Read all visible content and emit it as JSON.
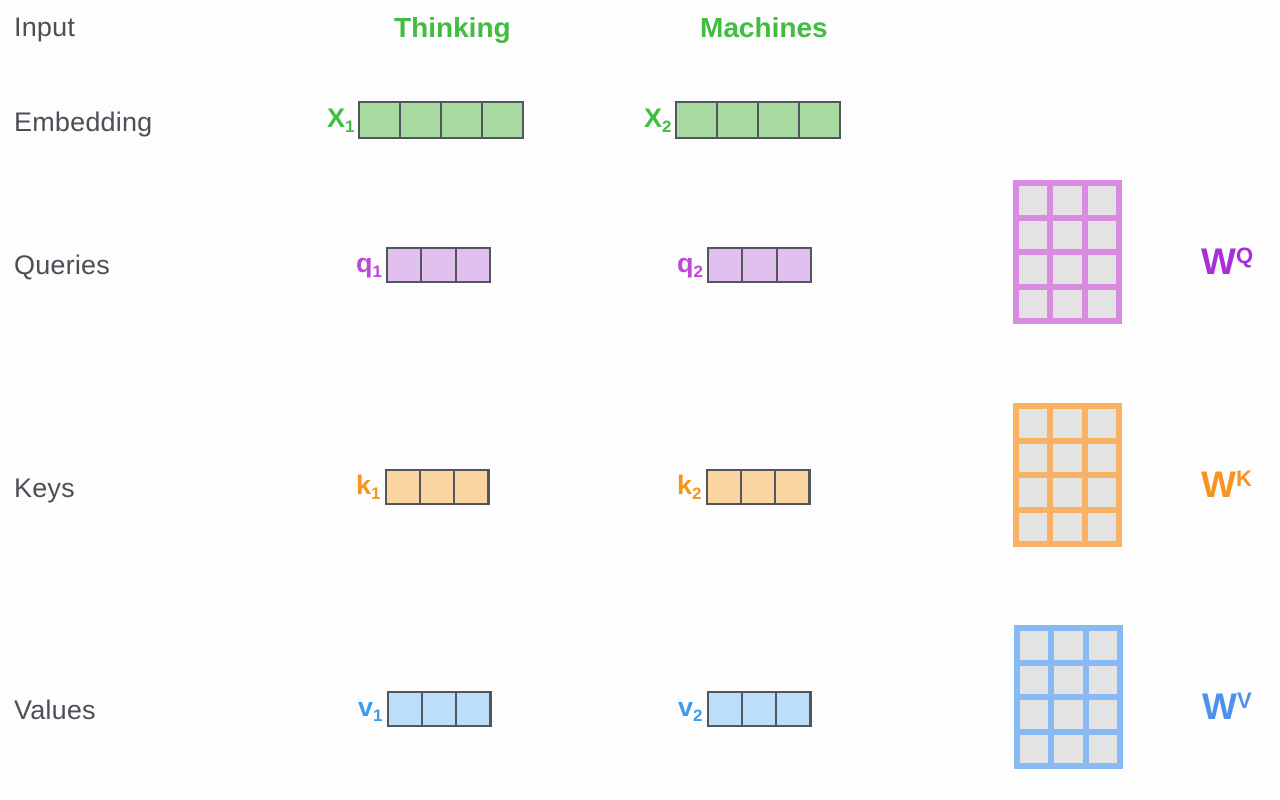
{
  "colors": {
    "bg": "#fdfdfe",
    "row-label": "#4e4e56",
    "token-green": "#41bd41",
    "embed-fill": "#a8dba1",
    "vector-border": "#53565e",
    "query-label": "#bb4bd6",
    "query-fill": "#e2c0ee",
    "query-matrix": "#d98be2",
    "key-label": "#f7941d",
    "key-fill": "#fbd5a0",
    "key-matrix": "#f9b264",
    "value-label": "#429be8",
    "value-fill": "#bddef9",
    "value-matrix": "#87baf2",
    "matrix-cell": "#e3e3e3",
    "wq-label": "#a62fd8",
    "wk-label": "#f7941d",
    "wv-label": "#4c92ea"
  },
  "row_labels": {
    "input": "Input",
    "embedding": "Embedding",
    "queries": "Queries",
    "keys": "Keys",
    "values": "Values"
  },
  "tokens": {
    "t1": "Thinking",
    "t2": "Machines"
  },
  "vectors": {
    "x1": {
      "base": "X",
      "sub": "1",
      "cells": 4
    },
    "x2": {
      "base": "X",
      "sub": "2",
      "cells": 4
    },
    "q1": {
      "base": "q",
      "sub": "1",
      "cells": 3
    },
    "q2": {
      "base": "q",
      "sub": "2",
      "cells": 3
    },
    "k1": {
      "base": "k",
      "sub": "1",
      "cells": 3
    },
    "k2": {
      "base": "k",
      "sub": "2",
      "cells": 3
    },
    "v1": {
      "base": "v",
      "sub": "1",
      "cells": 3
    },
    "v2": {
      "base": "v",
      "sub": "2",
      "cells": 3
    }
  },
  "matrices": {
    "wq": {
      "base": "W",
      "sup": "Q",
      "rows": 4,
      "cols": 3
    },
    "wk": {
      "base": "W",
      "sup": "K",
      "rows": 4,
      "cols": 3
    },
    "wv": {
      "base": "W",
      "sup": "V",
      "rows": 4,
      "cols": 3
    }
  }
}
